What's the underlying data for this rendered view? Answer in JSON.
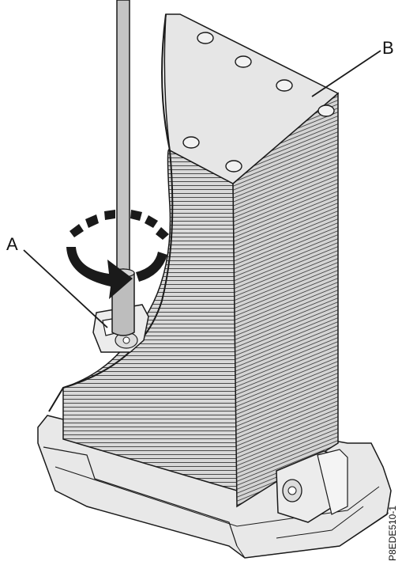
{
  "callouts": {
    "a": "A",
    "b": "B"
  },
  "figure_id": "P8EDE510-1",
  "colors": {
    "stroke": "#1a1a1a",
    "heatsink_fill": "#d9d9d9",
    "heatsink_top": "#e6e6e6",
    "screwdriver": "#c4c4c4",
    "arrow": "#1a1a1a",
    "base": "#e8e8e8"
  }
}
